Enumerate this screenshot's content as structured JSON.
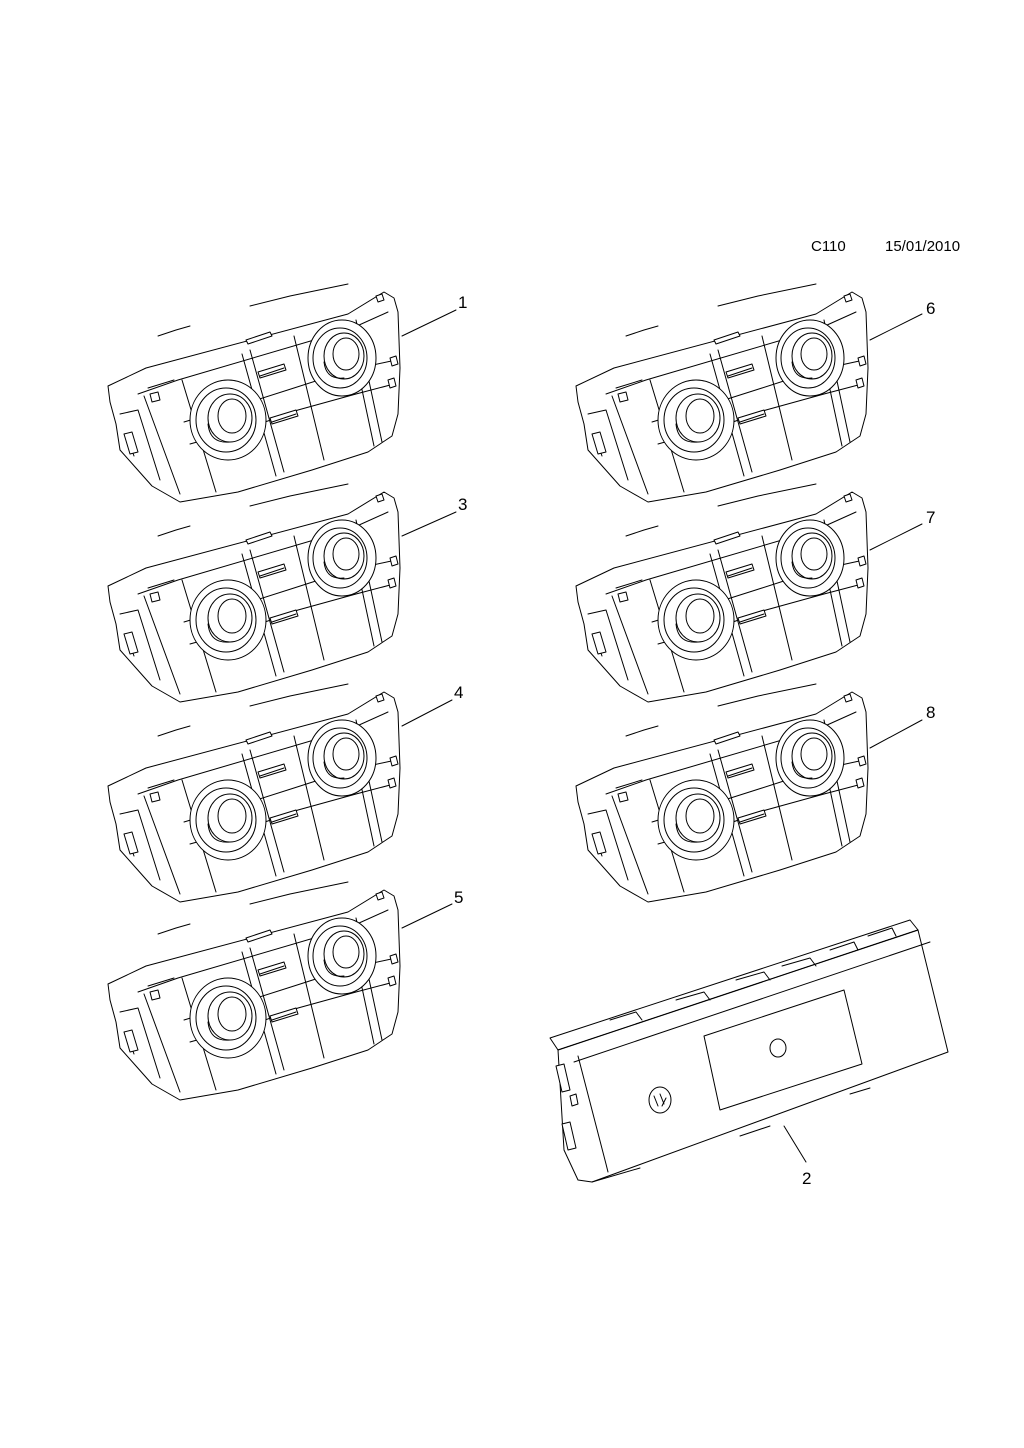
{
  "header": {
    "code": "C110",
    "date": "15/01/2010"
  },
  "callouts": [
    {
      "label": "1",
      "part": "control-panel"
    },
    {
      "label": "3",
      "part": "control-panel"
    },
    {
      "label": "4",
      "part": "control-panel"
    },
    {
      "label": "5",
      "part": "control-panel"
    },
    {
      "label": "6",
      "part": "control-panel"
    },
    {
      "label": "7",
      "part": "control-panel"
    },
    {
      "label": "8",
      "part": "control-panel"
    },
    {
      "label": "2",
      "part": "display-module"
    }
  ],
  "colors": {
    "line": "#000000",
    "background": "#ffffff"
  }
}
